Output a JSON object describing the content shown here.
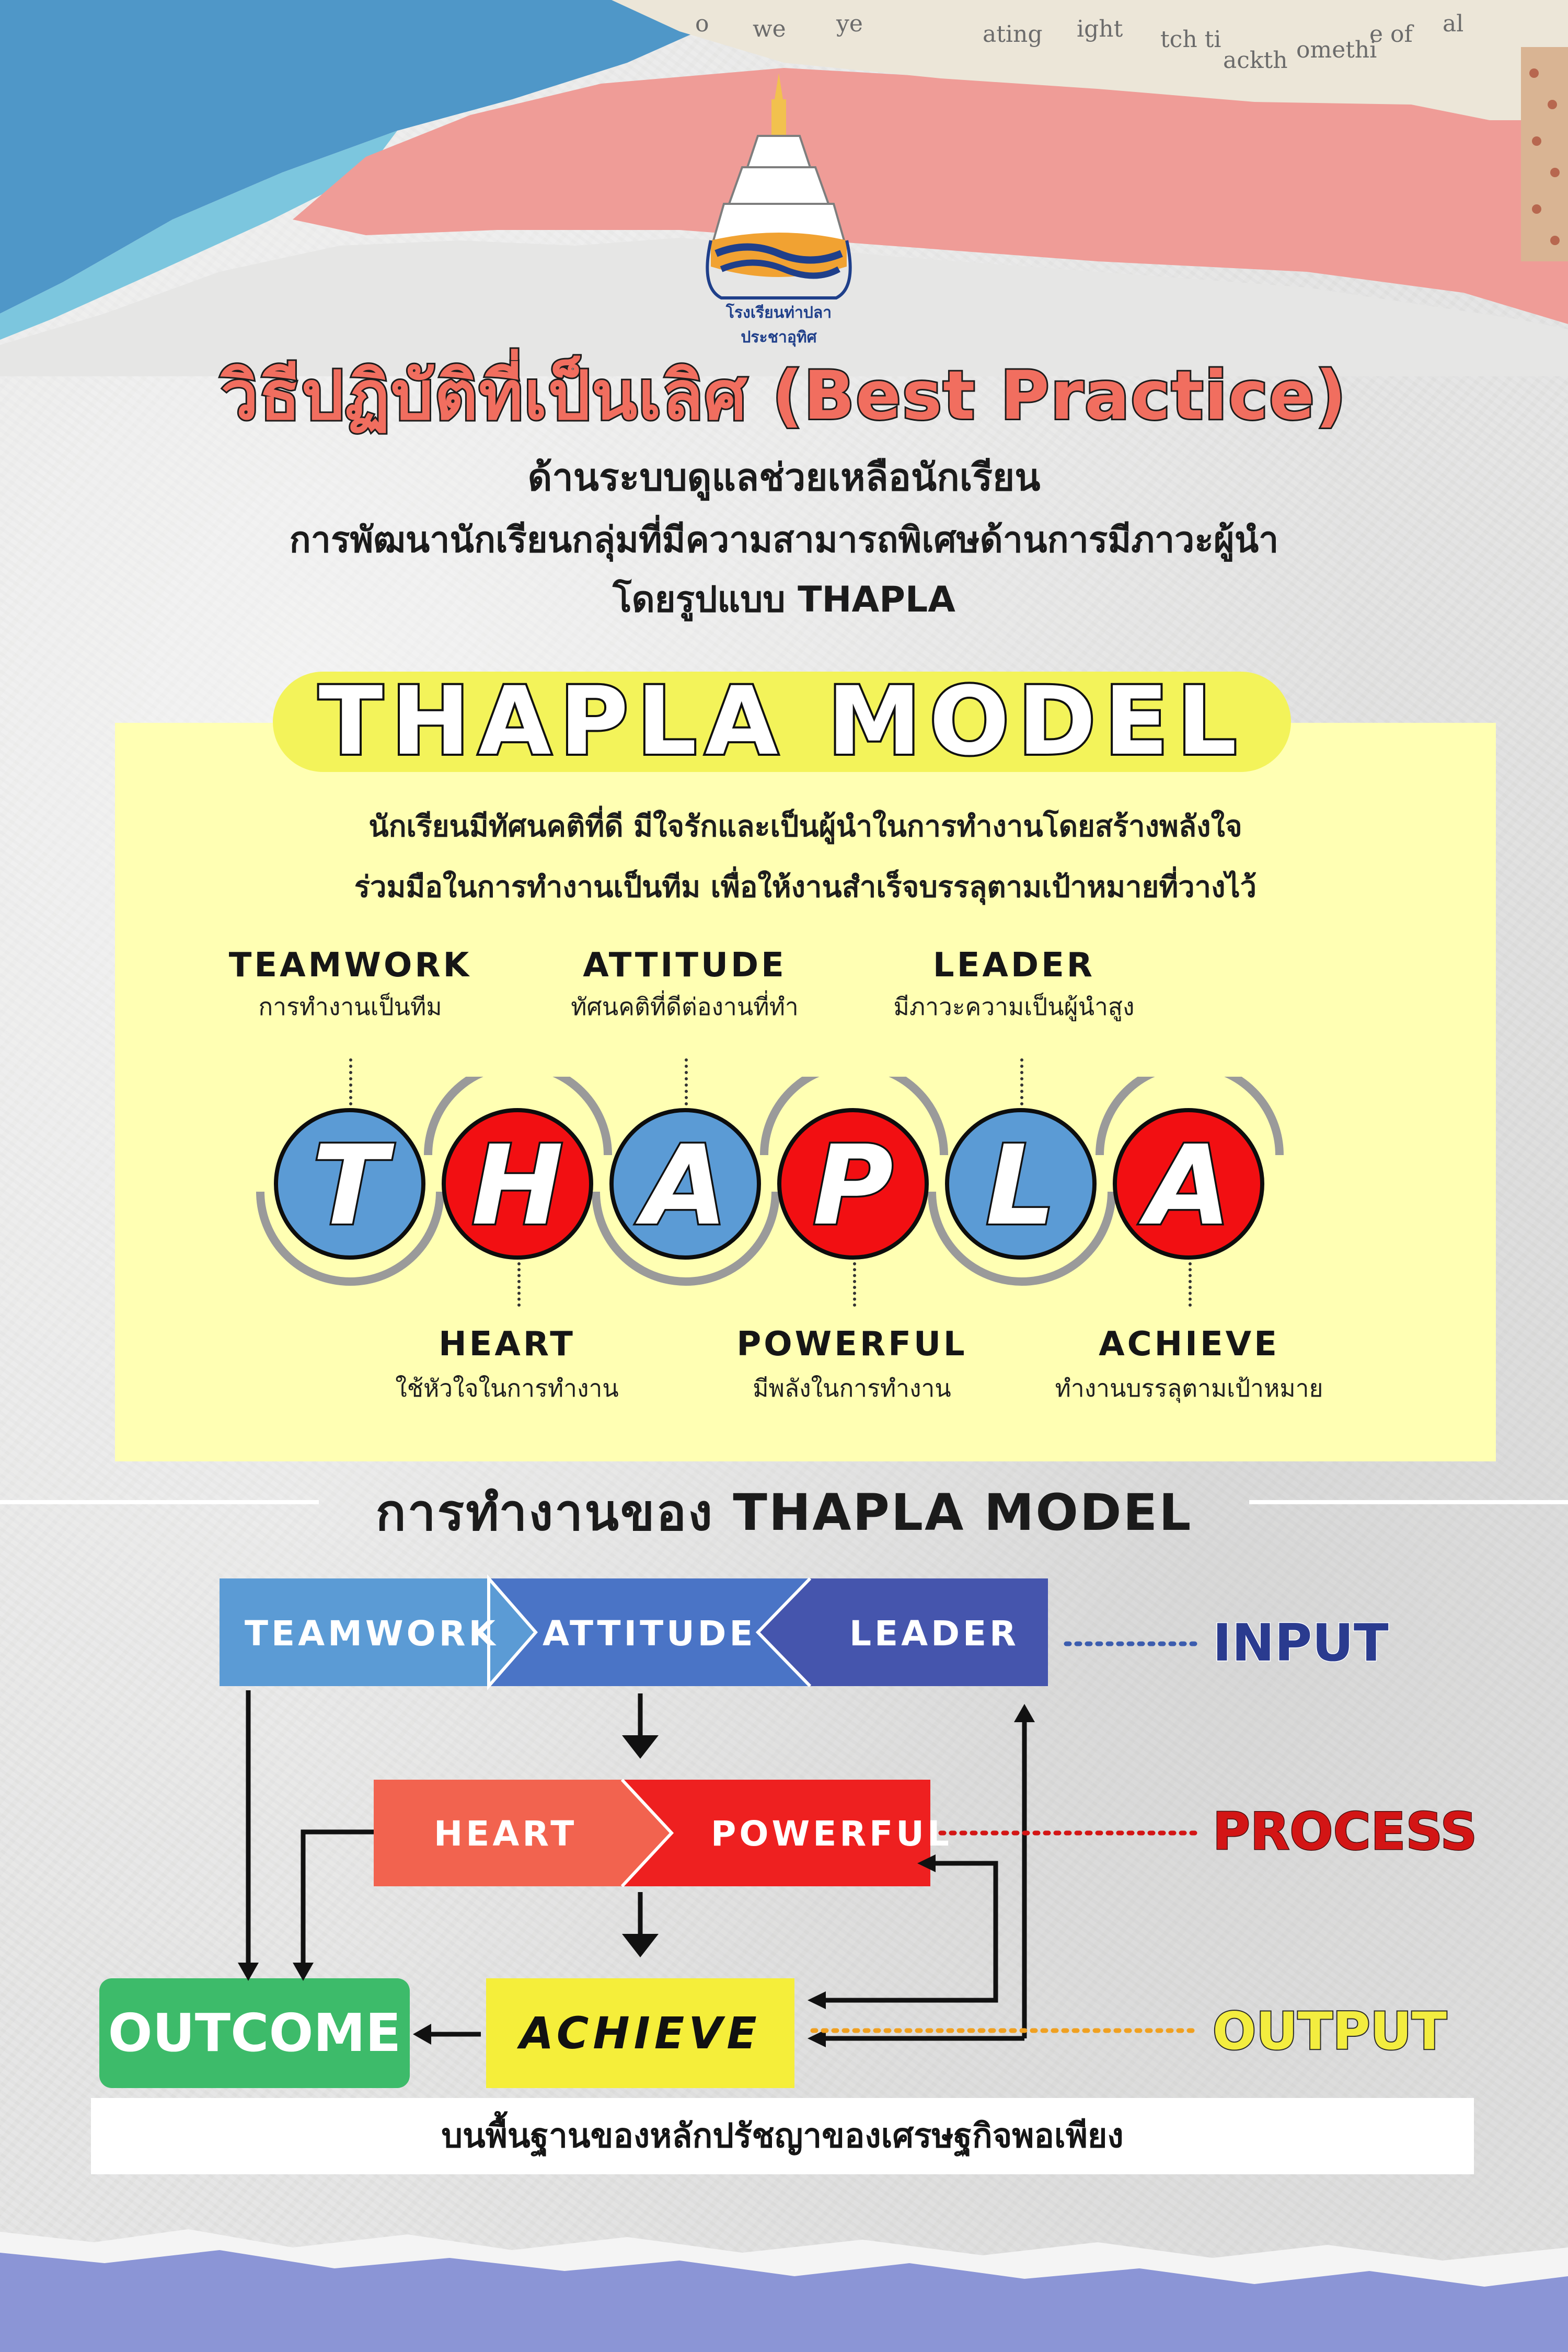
{
  "logo": {
    "caption": "โรงเรียนท่าปลาประชาอุทิศ"
  },
  "title": {
    "main": "วิธีปฏิบัติที่เป็นเลิศ (Best Practice)",
    "line2": "ด้านระบบดูแลช่วยเหลือนักเรียน",
    "line3": "การพัฒนานักเรียนกลุ่มที่มีความสามารถพิเศษด้านการมีภาวะผู้นำ",
    "line4": "โดยรูปแบบ THAPLA"
  },
  "model": {
    "title": "THAPLA MODEL",
    "desc_line1": "นักเรียนมีทัศนคติที่ดี มีใจรักและเป็นผู้นำในการทำงานโดยสร้างพลังใจ",
    "desc_line2": "ร่วมมือในการทำงานเป็นทีม เพื่อให้งานสำเร็จบรรลุตามเป้าหมายที่วางไว้",
    "letters": [
      "T",
      "H",
      "A",
      "P",
      "L",
      "A"
    ],
    "top_labels": [
      {
        "en": "TEAMWORK",
        "th": "การทำงานเป็นทีม"
      },
      {
        "en": "ATTITUDE",
        "th": "ทัศนคติที่ดีต่องานที่ทำ"
      },
      {
        "en": "LEADER",
        "th": "มีภาวะความเป็นผู้นำสูง"
      }
    ],
    "bottom_labels": [
      {
        "en": "HEART",
        "th": "ใช้หัวใจในการทำงาน"
      },
      {
        "en": "POWERFUL",
        "th": "มีพลังในการทำงาน"
      },
      {
        "en": "ACHIEVE",
        "th": "ทำงานบรรลุตามเป้าหมาย"
      }
    ]
  },
  "flow": {
    "title": "การทำงานของ THAPLA MODEL",
    "input": [
      "TEAMWORK",
      "ATTITUDE",
      "LEADER"
    ],
    "process": [
      "HEART",
      "POWERFUL"
    ],
    "output": "ACHIEVE",
    "outcome": "OUTCOME",
    "tags": {
      "input": "INPUT",
      "process": "PROCESS",
      "output": "OUTPUT"
    },
    "footer": "บนพื้นฐานของหลักปรัชญาของเศรษฐกิจพอเพียง"
  },
  "colors": {
    "blue_circle": "#5b9bd5",
    "red_circle": "#f20f12",
    "panel": "#ffffb3",
    "input_tag": "#2a3b8f",
    "process_tag": "#d31515",
    "output_tag": "#f3ed3f",
    "outcome": "#3dbb6a"
  }
}
